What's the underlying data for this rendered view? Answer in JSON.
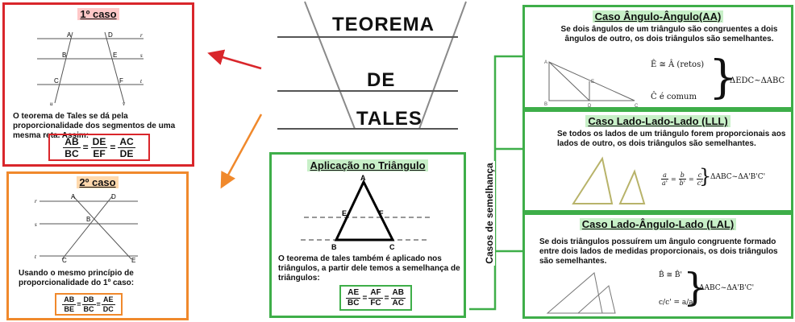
{
  "title": {
    "line1": "TEOREMA",
    "line2": "DE",
    "line3": "TALES"
  },
  "case1": {
    "title": "1º caso",
    "points": {
      "A": "A",
      "D": "D",
      "B": "B",
      "E": "E",
      "C": "C",
      "F": "F"
    },
    "lines": {
      "r": "r",
      "s": "s",
      "t": "t",
      "u": "u",
      "v": "v"
    },
    "text": "O teorema de Tales se dá pela proporcionalidade dos segmentos de uma mesma reta. Assim:",
    "formula": [
      {
        "num": "AB",
        "den": "BC"
      },
      {
        "num": "DE",
        "den": "EF"
      },
      {
        "num": "AC",
        "den": "DE"
      }
    ],
    "eq": "="
  },
  "case2": {
    "title": "2º caso",
    "points": {
      "A": "A",
      "D": "D",
      "B": "B",
      "C": "C",
      "E": "E"
    },
    "lines": {
      "r": "r",
      "s": "s",
      "t": "t"
    },
    "text": "Usando o mesmo princípio de proporcionalidade do 1º caso:",
    "formula": [
      {
        "num": "AB",
        "den": "BE"
      },
      {
        "num": "DB",
        "den": "BC"
      },
      {
        "num": "AE",
        "den": "DC"
      }
    ],
    "eq": "="
  },
  "triangle": {
    "title": "Aplicação no Triângulo",
    "points": {
      "A": "A",
      "B": "B",
      "C": "C",
      "E": "E",
      "F": "F"
    },
    "text": "O teorema de tales também é aplicado nos triângulos, a partir dele temos a semelhança de triângulos:",
    "formula": [
      {
        "num": "AE",
        "den": "BC"
      },
      {
        "num": "AF",
        "den": "FC"
      },
      {
        "num": "AB",
        "den": "AC"
      }
    ],
    "eq": "="
  },
  "cases_label": "Casos de semelhança",
  "aa": {
    "title": "Caso Ângulo-Ângulo(AA)",
    "text": "Se dois ângulos de um triângulo são congruentes a dois ângulos de outro, os dois triângulos são semelhantes.",
    "cond1": "Ê ≅ Â (retos)",
    "cond2": "Ĉ é comum",
    "result": "ΔEDC~ΔABC",
    "fig_labels": [
      "A",
      "E",
      "B",
      "D",
      "C"
    ]
  },
  "lll": {
    "title": "Caso Lado-Lado-Lado (LLL)",
    "text": "Se todos os lados de um triângulo forem proporcionais aos lados de outro, os dois triângulos são semelhantes.",
    "ratios": [
      "a/a'",
      "b/b'",
      "c/c'"
    ],
    "result": "ΔABC~ΔA'B'C'"
  },
  "lal": {
    "title": "Caso Lado-Ângulo-Lado (LAL)",
    "text": "Se dois triângulos possuírem um ângulo congruente formado entre dois lados de medidas proporcionais, os dois triângulos são semelhantes.",
    "cond1": "B̂ ≅ B̂'",
    "cond2": "c/c' = a/a'",
    "result": "ΔABC~ΔA'B'C'"
  }
}
